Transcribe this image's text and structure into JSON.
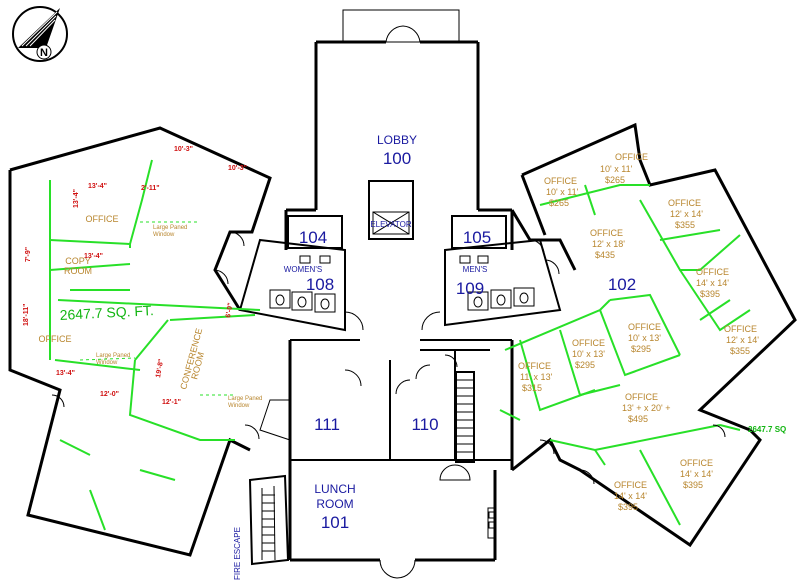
{
  "compass": {
    "label": "N"
  },
  "rooms": {
    "lobby": {
      "name": "LOBBY",
      "number": "100"
    },
    "elevator": {
      "name": "ELEVATOR"
    },
    "r104": {
      "number": "104"
    },
    "r105": {
      "number": "105"
    },
    "womens": {
      "name": "WOMEN'S",
      "number": "108"
    },
    "mens": {
      "name": "MEN'S",
      "number": "109"
    },
    "r102": {
      "number": "102"
    },
    "r111": {
      "number": "111"
    },
    "r110": {
      "number": "110"
    },
    "lunch": {
      "name": "LUNCH",
      "name2": "ROOM",
      "number": "101"
    }
  },
  "west_wing": {
    "sqft": "2647.7 SQ. FT.",
    "labels": {
      "office_top": "OFFICE",
      "copy_1": "COPY",
      "copy_2": "ROOM",
      "office_left": "OFFICE",
      "conference_1": "CONFERENCE",
      "conference_2": "ROOM",
      "window_note": "Large Paned",
      "window_note2": "Window"
    },
    "dims": [
      "10'-3\"",
      "10'-3\"",
      "13'-4\"",
      "2'-11\"",
      "13'-4\"",
      "13'-4\"",
      "7'-9\"",
      "18'-11\"",
      "13'-4\"",
      "6'-0\"",
      "19'-8\"",
      "12'-0\"",
      "12'-1\""
    ]
  },
  "east_wing": {
    "sqft": "2647.7 SQ",
    "offices": [
      {
        "name": "OFFICE",
        "size": "10' x 11'",
        "rent": "$265"
      },
      {
        "name": "OFFICE",
        "size": "10' x 11'",
        "rent": "$265"
      },
      {
        "name": "OFFICE",
        "size": "12' x 14'",
        "rent": "$355"
      },
      {
        "name": "OFFICE",
        "size": "12' x 18'",
        "rent": "$435"
      },
      {
        "name": "OFFICE",
        "size": "14' x 14'",
        "rent": "$395"
      },
      {
        "name": "OFFICE",
        "size": "12' x 14'",
        "rent": "$355"
      },
      {
        "name": "OFFICE",
        "size": "10' x 13'",
        "rent": "$295"
      },
      {
        "name": "OFFICE",
        "size": "10' x 13'",
        "rent": "$295"
      },
      {
        "name": "OFFICE",
        "size": "11' x 13'",
        "rent": "$315"
      },
      {
        "name": "OFFICE",
        "size": "13' + x 20' +",
        "rent": "$495"
      },
      {
        "name": "OFFICE",
        "size": "14' x 14'",
        "rent": "$395"
      },
      {
        "name": "OFFICE",
        "size": "14' x 14'",
        "rent": "$395"
      }
    ]
  },
  "fire_escape": {
    "label": "FIRE ESCAPE"
  }
}
